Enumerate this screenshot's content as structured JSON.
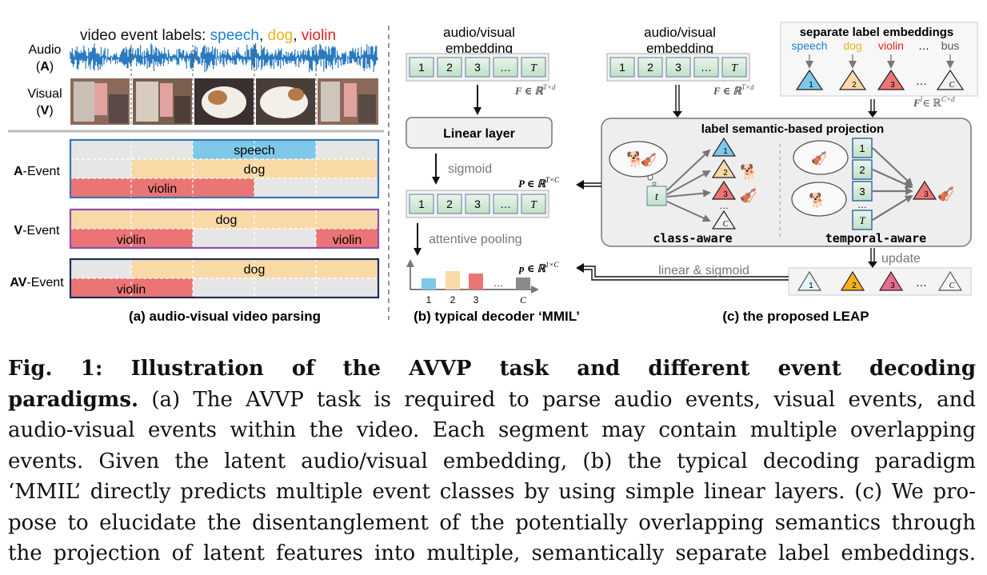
{
  "panel_a": {
    "heading_prefix": "video event labels: ",
    "label_speech": "speech",
    "label_dog": "dog",
    "label_violin": "violin",
    "comma": ",",
    "audio_label": "Audio",
    "audio_letter": "(A)",
    "visual_label": "Visual",
    "visual_letter": "(V)",
    "a_event": "A-Event",
    "v_event": "V-Event",
    "av_event": "AV-Event",
    "bar_speech": "speech",
    "bar_dog": "dog",
    "bar_violin": "violin",
    "caption": "(a) audio-visual video parsing"
  },
  "panel_b": {
    "embed_title_1": "audio/visual",
    "embed_title_2": "embedding",
    "token_1": "1",
    "token_2": "2",
    "token_3": "3",
    "token_dots": "…",
    "token_T": "T",
    "F_math": "F ∈ ℝ",
    "F_sup": "T×d",
    "linear_layer": "Linear layer",
    "sigmoid": "sigmoid",
    "P_math": "P ∈ ℝ",
    "P_sup": "T×C",
    "attentive_pooling": "attentive pooling",
    "p_math": "p ∈ ℝ",
    "p_sup": "1×C",
    "bar_ticks": [
      "1",
      "2",
      "3",
      "…",
      "C"
    ],
    "caption": "(b) typical decoder ‘MMIL’",
    "colors": {
      "blue": "#7ec8ea",
      "orange": "#f9d9a6",
      "red": "#eb7575",
      "gray": "#8a8a8a"
    }
  },
  "panel_c": {
    "embed_title_1": "audio/visual",
    "embed_title_2": "embedding",
    "sep_title": "separate label embeddings",
    "sep_labels": [
      "speech",
      "dog",
      "violin",
      "…",
      "bus"
    ],
    "Fl_math": "F",
    "Fl_sup": "l",
    "Fl_rest": "∈ ℝ",
    "Fl_sup2": "C×d",
    "projection_title": "label semantic-based projection",
    "t_token": "t",
    "class_aware": "class-aware",
    "temporal_aware": "temporal-aware",
    "update": "update",
    "linear_sigmoid": "linear & sigmoid",
    "caption": "(c) the proposed LEAP"
  },
  "caption": {
    "lead": "Fig. 1: Illustration of the AVVP task and different event decoding paradigms.",
    "line1_lead": "Fig. 1: Illustration of the AVVP task and different event decoding",
    "line2_lead": "paradigms.",
    "line2_rest": " (a) The AVVP task is required to parse audio events, visual events, and",
    "line3": "audio-visual events within the video. Each segment may contain multiple overlapping",
    "line4": "events. Given the latent audio/visual embedding, (b) the typical decoding paradigm",
    "line5": "‘MMIL’ directly predicts multiple event classes by using simple linear layers. (c) We pro-",
    "line6": "pose to elucidate the disentanglement of the potentially overlapping semantics through",
    "line7": "the projection of latent features into multiple, semantically separate label embeddings."
  },
  "colors": {
    "speech": "#1a7fd4",
    "dog": "#f2b01e",
    "violin": "#e02020",
    "wave": "#2a7ac0",
    "token_fill": "#d6ecd9",
    "token_stroke": "#5e7fa3"
  }
}
